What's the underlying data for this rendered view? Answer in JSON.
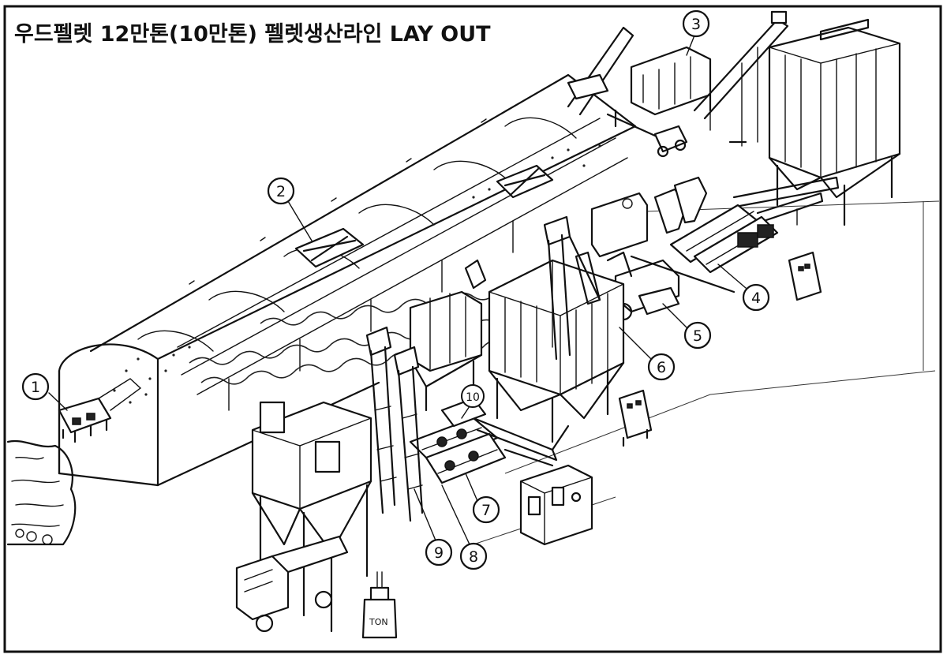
{
  "title": "우드펠렛 12만톤(10만톤) 펠렛생산라인 LAY OUT",
  "callouts": [
    {
      "id": "1",
      "label": "1"
    },
    {
      "id": "2",
      "label": "2"
    },
    {
      "id": "3",
      "label": "3"
    },
    {
      "id": "4",
      "label": "4"
    },
    {
      "id": "5",
      "label": "5"
    },
    {
      "id": "6",
      "label": "6"
    },
    {
      "id": "7",
      "label": "7"
    },
    {
      "id": "8",
      "label": "8"
    },
    {
      "id": "9",
      "label": "9"
    },
    {
      "id": "10",
      "label": "10"
    }
  ],
  "bag_label": "TON"
}
